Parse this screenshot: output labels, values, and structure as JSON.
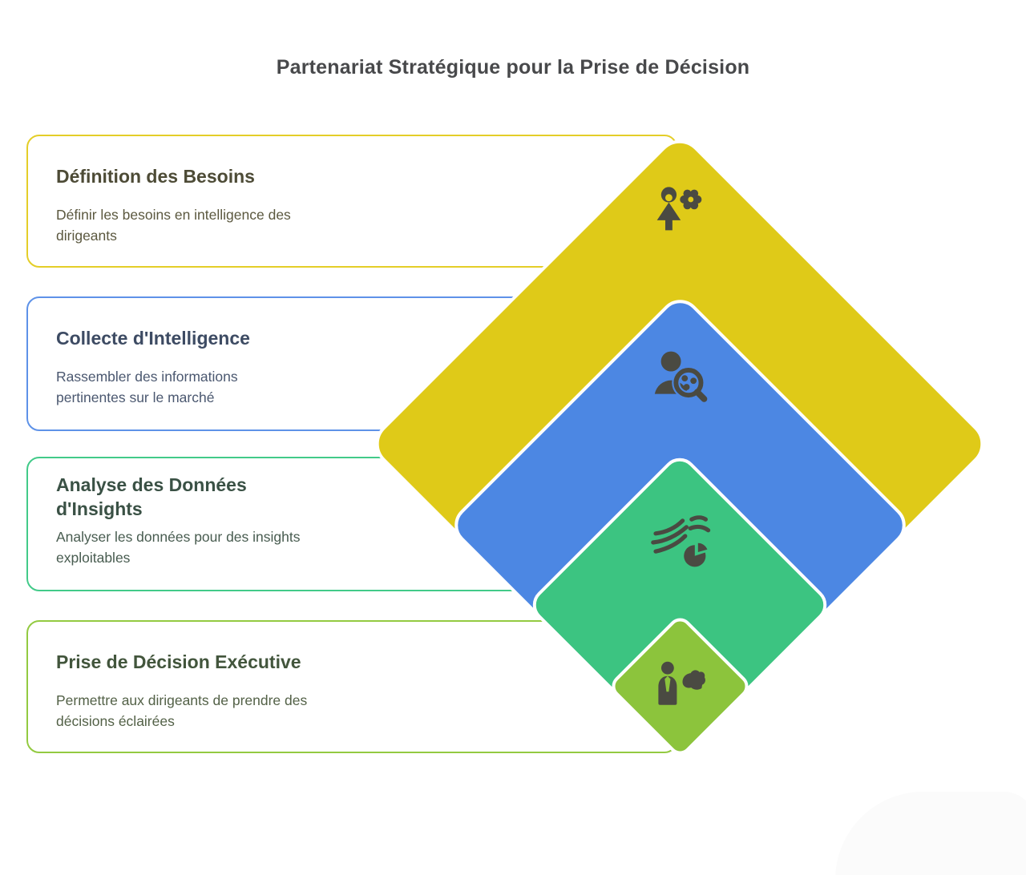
{
  "title": "Partenariat Stratégique pour la Prise de Décision",
  "colors": {
    "title_text": "#48494b",
    "yellow": "#dfca18",
    "blue": "#4c87e3",
    "green": "#3cc481",
    "lightgreen": "#8cc43c",
    "border_yellow": "#e4ce28",
    "border_blue": "#5e92e8",
    "border_green": "#42ca89",
    "border_lightgreen": "#93ca41",
    "heading_1": "#4d4b36",
    "heading_2": "#3d4b63",
    "heading_3": "#3a5145",
    "heading_4": "#42553c",
    "body_1": "#5b583f",
    "body_2": "#4b5870",
    "body_3": "#485c50",
    "body_4": "#536147",
    "icon": "#4a4a42"
  },
  "cards": [
    {
      "title": "Définition des Besoins",
      "description": "Définir les besoins en intelligence des dirigeants"
    },
    {
      "title": "Collecte d'Intelligence",
      "description": "Rassembler des informations pertinentes sur le marché"
    },
    {
      "title": "Analyse des Données d'Insights",
      "description": "Analyser les données pour des insights exploitables"
    },
    {
      "title": "Prise de Décision Exécutive",
      "description": "Permettre aux dirigeants de prendre des décisions éclairées"
    }
  ],
  "diamonds": [
    {
      "level": 1,
      "name": "definition-des-besoins",
      "icon": "person-gear-icon",
      "color": "#dfca18"
    },
    {
      "level": 2,
      "name": "collecte-intelligence",
      "icon": "person-search-icon",
      "color": "#4c87e3"
    },
    {
      "level": 3,
      "name": "analyse-donnees",
      "icon": "flow-pie-icon",
      "color": "#3cc481"
    },
    {
      "level": 4,
      "name": "prise-decision",
      "icon": "person-gesture-icon",
      "color": "#8cc43c"
    }
  ]
}
